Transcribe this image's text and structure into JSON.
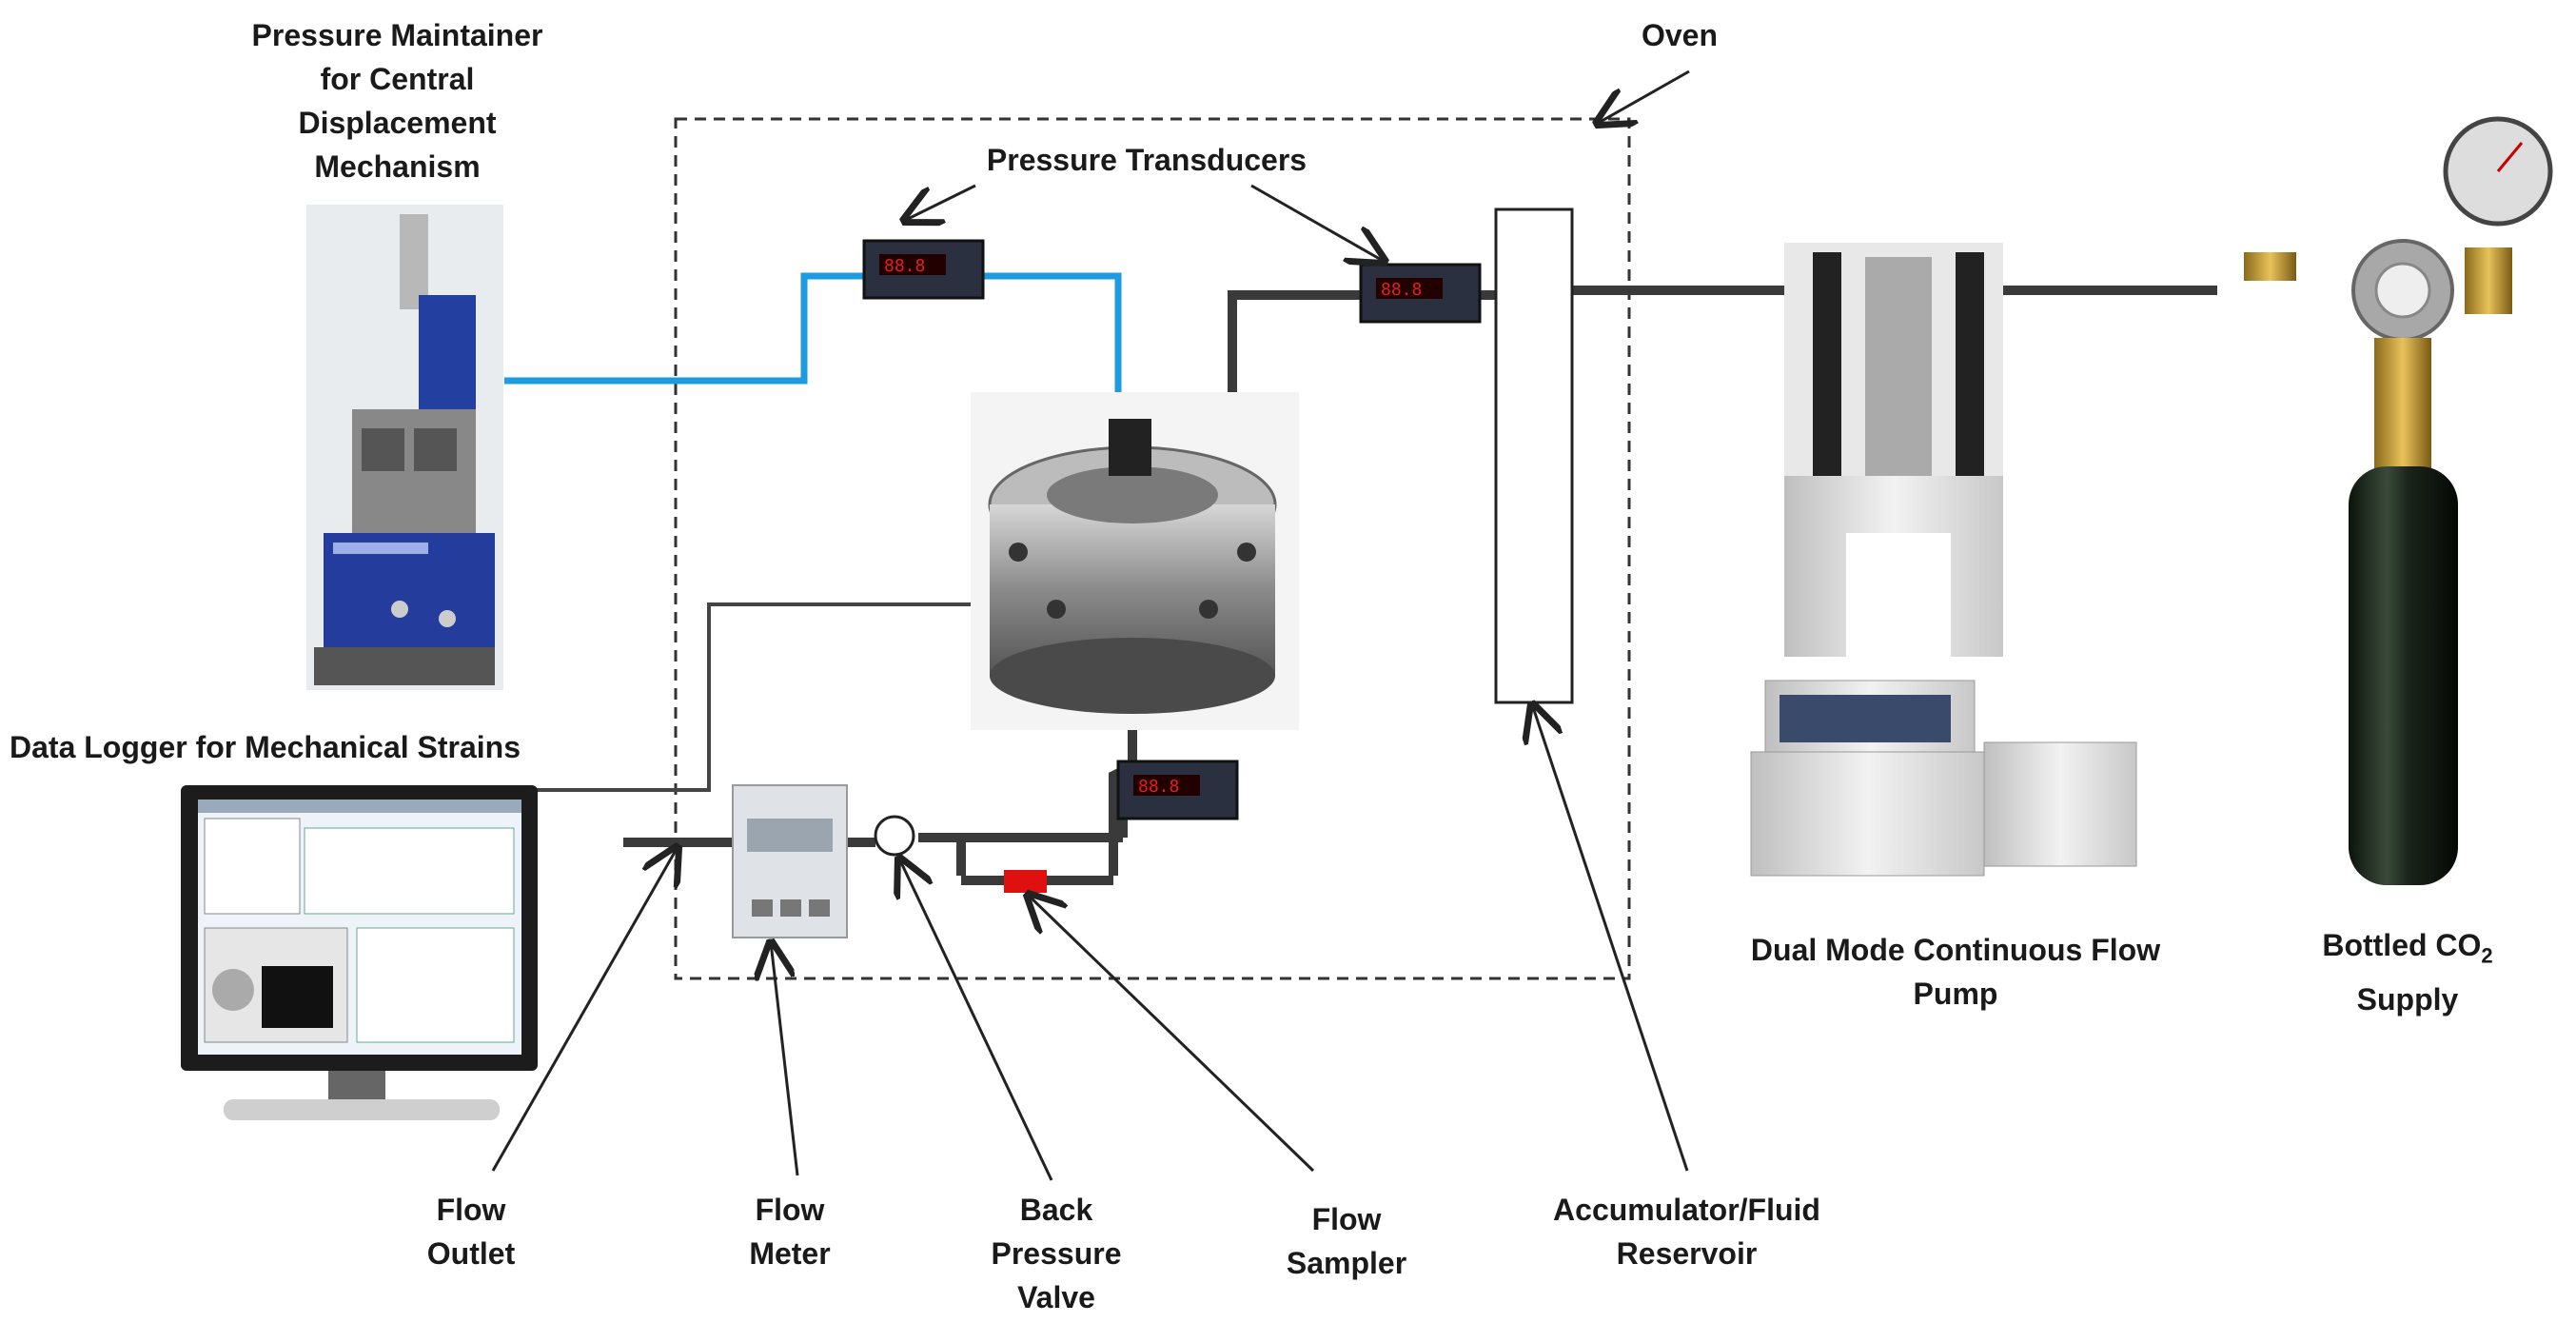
{
  "labels": {
    "oven": "Oven",
    "pressure_transducers": "Pressure Transducers",
    "pressure_maintainer": [
      "Pressure Maintainer",
      "for Central",
      "Displacement",
      "Mechanism"
    ],
    "data_logger": "Data Logger for Mechanical Strains",
    "flow_outlet": [
      "Flow",
      "Outlet"
    ],
    "flow_meter": [
      "Flow",
      "Meter"
    ],
    "back_pressure_valve": [
      "Back",
      "Pressure",
      "Valve"
    ],
    "flow_sampler": [
      "Flow",
      "Sampler"
    ],
    "accumulator": [
      "Accumulator/Fluid",
      "Reservoir"
    ],
    "pump": [
      "Dual Mode Continuous Flow",
      "Pump"
    ],
    "co2_supply_line1_prefix": "Bottled CO",
    "co2_supply_line1_sub": "2",
    "co2_supply_line2": "Supply"
  },
  "colors": {
    "blue_line": "#1e9be0",
    "dark_line": "#333333",
    "sampler_red": "#e01010",
    "transducer_digits": "#e02020"
  },
  "icons": [
    "pressure-maintainer-photo",
    "core-holder-photo",
    "flow-pump-photo",
    "co2-cylinder-photo",
    "computer-monitor-photo",
    "flow-meter-photo",
    "pressure-transducer-display"
  ]
}
